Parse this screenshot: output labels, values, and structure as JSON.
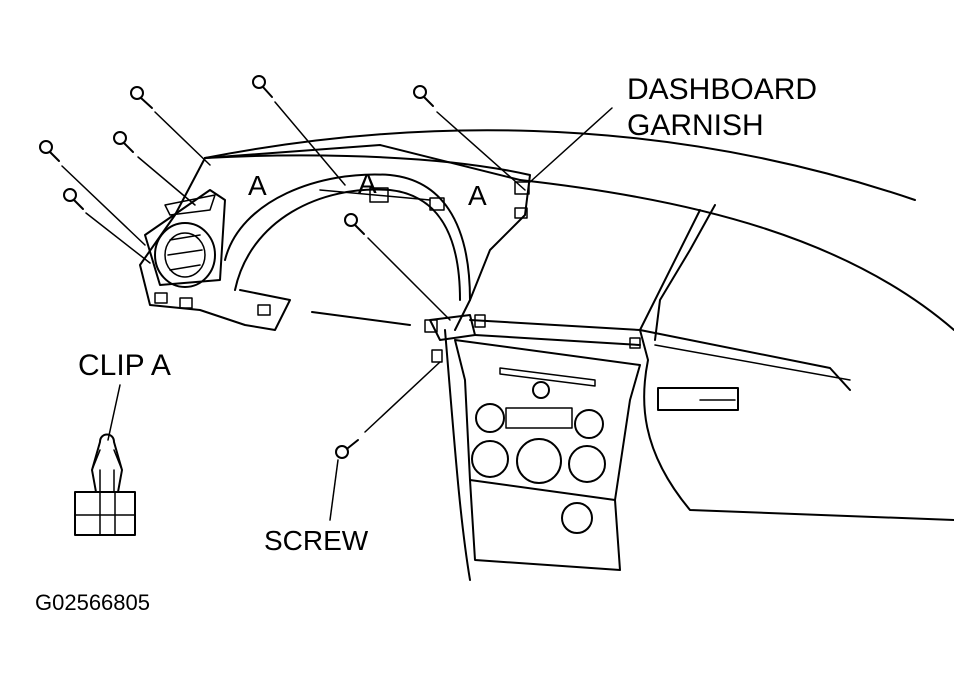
{
  "labels": {
    "dashboard_garnish_line1": "DASHBOARD",
    "dashboard_garnish_line2": "GARNISH",
    "clip_a": "CLIP A",
    "screw": "SCREW",
    "figure_id": "G02566805",
    "clip_marker": "A"
  }
}
